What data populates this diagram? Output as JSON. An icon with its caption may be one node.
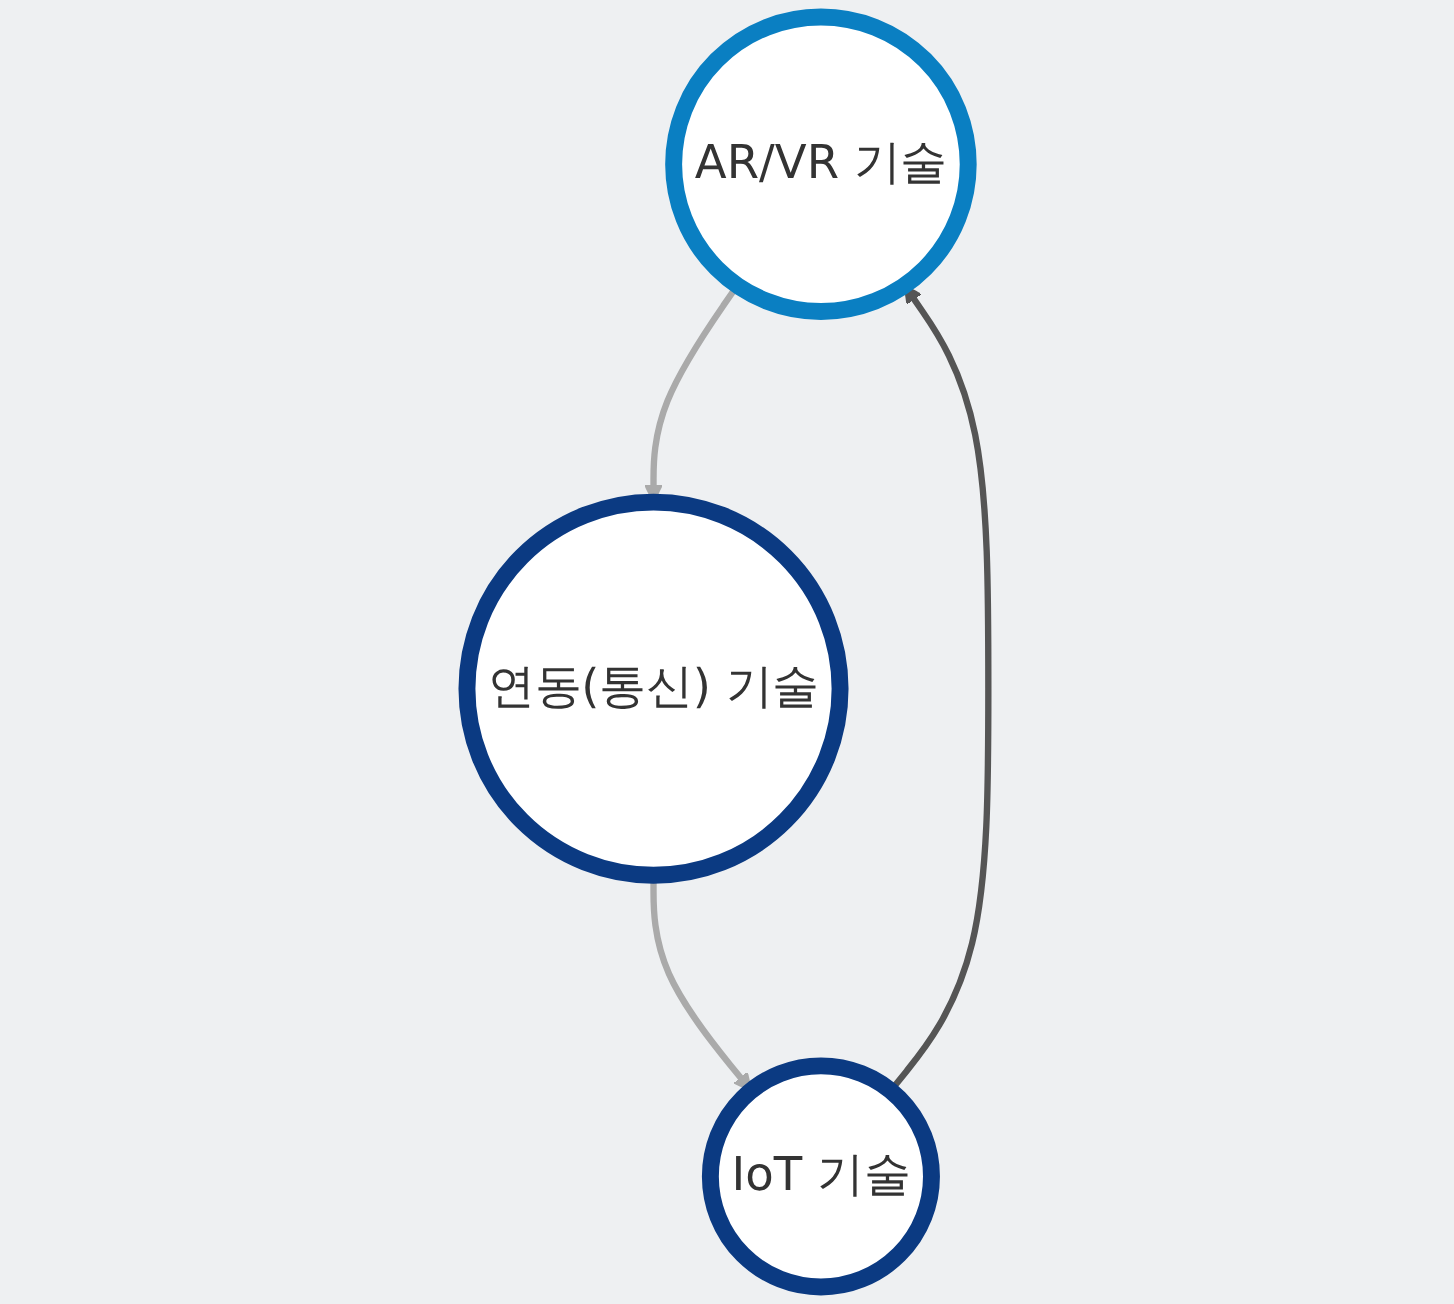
{
  "diagram": {
    "nodes": [
      {
        "text": [
          "AR/VR 기술"
        ]
      },
      {
        "text": [
          "IoT 기술"
        ]
      },
      {
        "text": [
          "연동(통신) 기술"
        ]
      }
    ],
    "edges": [
      {
        "from": 1,
        "to": 0,
        "arrow": "to",
        "color": "#555555"
      },
      {
        "from": 0,
        "to": 2,
        "arrow": "to"
      },
      {
        "from": 2,
        "to": 1,
        "arrow": "to"
      }
    ]
  }
}
